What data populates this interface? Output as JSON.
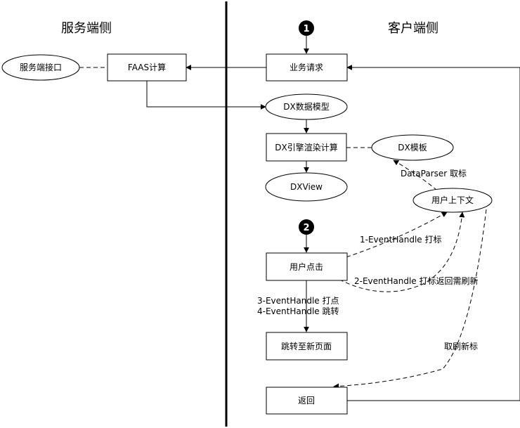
{
  "headers": {
    "server_side": "服务端侧",
    "client_side": "客户端侧"
  },
  "steps": {
    "step1": "1",
    "step2": "2"
  },
  "nodes": {
    "server_api": "服务端接口",
    "faas_compute": "FAAS计算",
    "business_request": "业务请求",
    "dx_data_model": "DX数据模型",
    "dx_engine_render": "DX引擎渲染计算",
    "dx_template": "DX模板",
    "dx_view": "DXView",
    "user_context": "用户上下文",
    "user_click": "用户点击",
    "jump_new_page": "跳转至新页面",
    "back": "返回"
  },
  "edge_labels": {
    "dataparser": "DataParser 取标",
    "eventhandle_1": "1-EventHandle 打标",
    "eventhandle_2": "2-EventHandle 打标返回需刷新",
    "eventhandle_3": "3-EventHandle 打点",
    "eventhandle_4": "4-EventHandle 跳转",
    "refresh": "取刷新标"
  }
}
